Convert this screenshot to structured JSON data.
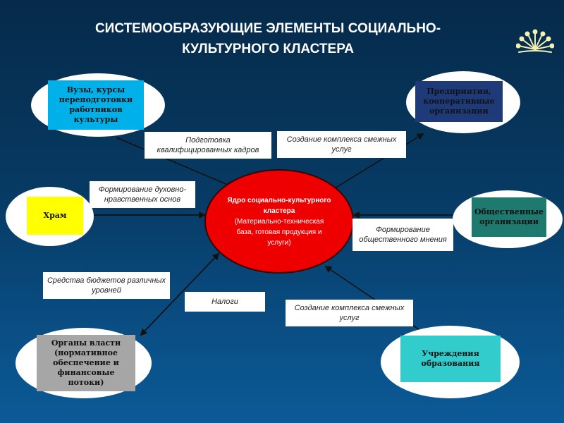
{
  "title": {
    "line1": "СИСТЕМООБРАЗУЮЩИЕ ЭЛЕМЕНТЫ СОЦИАЛЬНО-",
    "line2": "КУЛЬТУРНОГО КЛАСТЕРА"
  },
  "core": {
    "title": "Ядро социально-культурного кластера",
    "subtitle": "(Материально-техническая база, готовая продукция и услуги)"
  },
  "nodes": {
    "universities": "Вузы, курсы переподготовки работников культуры",
    "enterprises": "Предприятия, кооперативные организации",
    "temple": "Храм",
    "public_orgs": "Общественные организации",
    "authorities": "Органы власти (нормативное обеспечение и финансовые потоки)",
    "education": "Учреждения образования"
  },
  "labels": {
    "training": "Подготовка квалифицированных кадров",
    "services_top": "Создание комплекса смежных услуг",
    "spiritual": "Формирование духовно-нравственных основ",
    "opinion": "Формирование общественного мнения",
    "budget": "Средства бюджетов различных уровней",
    "taxes": "Налоги",
    "services_bottom": "Создание комплекса смежных услуг"
  },
  "colors": {
    "universities": "#00b0e8",
    "enterprises": "#1f3a78",
    "temple": "#ffff00",
    "public_orgs": "#1e7a6e",
    "authorities": "#a6a6a6",
    "education": "#33cccc",
    "core": "#ee0000"
  }
}
